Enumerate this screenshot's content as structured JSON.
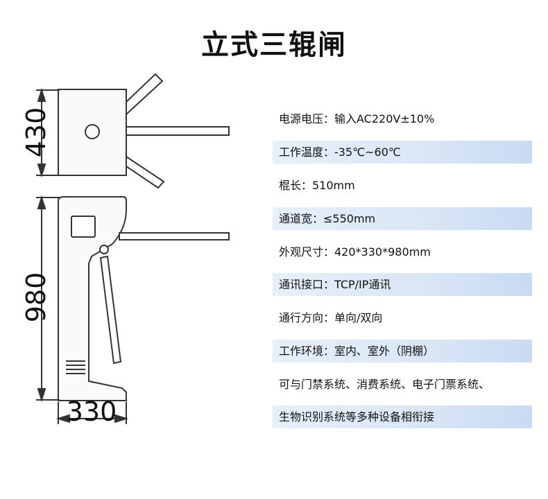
{
  "title": "立式三辊闸",
  "dimensions": {
    "top_height": "430",
    "body_height": "980",
    "width": "330"
  },
  "specs": [
    {
      "text": "电源电压：输入AC220V±10%",
      "shaded": false
    },
    {
      "text": "工作温度：-35℃~60℃",
      "shaded": true
    },
    {
      "text": "棍长：510mm",
      "shaded": false
    },
    {
      "text": "通道宽：≤550mm",
      "shaded": true
    },
    {
      "text": "外观尺寸：420*330*980mm",
      "shaded": false
    },
    {
      "text": "通讯接口：TCP/IP通讯",
      "shaded": true
    },
    {
      "text": "通行方向：单向/双向",
      "shaded": false
    },
    {
      "text": "工作环境：室内、室外（阴棚）",
      "shaded": true
    },
    {
      "text": "可与门禁系统、消费系统、电子门票系统、",
      "shaded": false
    },
    {
      "text": "生物识别系统等多种设备相衔接",
      "shaded": true
    }
  ],
  "colors": {
    "line": "#333333",
    "row_shade": "#d9e6f6"
  }
}
